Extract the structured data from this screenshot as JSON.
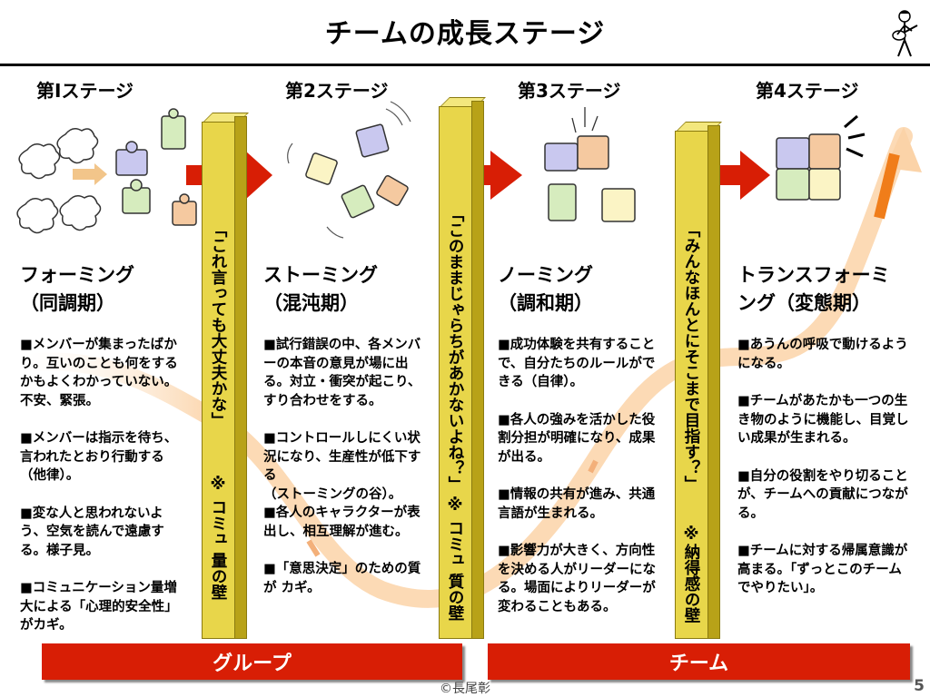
{
  "title": "チームの成長ステージ",
  "stages": [
    {
      "label": "第Ⅰステージ",
      "name_line1": "フォーミング",
      "name_line2": "（同調期）",
      "desc": [
        "■メンバーが集まったばかり。互いのことも何をするかもよくわかっていない。不安、緊張。",
        "■メンバーは指示を待ち、言われたとおり行動する（他律）。",
        "■変な人と思われないよう、空気を読んで遠慮する。様子見。",
        "■コミュニケーション量増大による「心理的安全性」がカギ。"
      ]
    },
    {
      "label": "第2ステージ",
      "name_line1": "ストーミング",
      "name_line2": "（混沌期）",
      "desc": [
        "■試行錯誤の中、各メンバーの本音の意見が場に出る。対立・衝突が起こり、すり合わせをする。",
        "■コントロールしにくい状況になり、生産性が低下する\n（ストーミングの谷）。\n■各人のキャラクターが表出し、相互理解が進む。",
        "■「意思決定」のための質が カギ。"
      ]
    },
    {
      "label": "第3ステージ",
      "name_line1": "ノーミング",
      "name_line2": "（調和期）",
      "desc": [
        "■成功体験を共有することで、自分たちのルールができる（自律）。",
        "■各人の強みを活かした役割分担が明確になり、成果が出る。",
        "■情報の共有が進み、共通言語が生まれる。",
        "■影響力が大きく、方向性を決める人がリーダーになる。場面によりリーダーが変わることもある。"
      ]
    },
    {
      "label": "第4ステージ",
      "name_line1": "トランスフォーミ",
      "name_line2": "ング（変態期）",
      "desc": [
        "■あうんの呼吸で動けるようになる。",
        "■チームがあたかも一つの生き物のように機能し、目覚しい成果が生まれる。",
        "■自分の役割をやり切ることが、チームへの貢献につながる。",
        "■チームに対する帰属意識が高まる。「ずっとこのチームでやりたい」。"
      ]
    }
  ],
  "walls": [
    {
      "quote": "「これ言っても大丈夫かな」",
      "note": "※ コミュ 量の壁"
    },
    {
      "quote": "「このままじゃらちがあかないよね？」",
      "note": "※ コミュ 質の壁"
    },
    {
      "quote": "「みんなほんとにそこまで目指す？」",
      "note": "※納得感の壁"
    }
  ],
  "groups": {
    "group": "グループ",
    "team": "チーム"
  },
  "footer": {
    "copyright": "©長尾彰",
    "page": "5"
  },
  "colors": {
    "accent_red": "#d81e05",
    "pillar": "#e8d64a",
    "curve": "#fbd3a8",
    "curve_tip": "#f07d1a"
  },
  "icons": [
    "puzzle-piece-icon",
    "arrow-right-icon",
    "guitar-player-logo-icon"
  ]
}
